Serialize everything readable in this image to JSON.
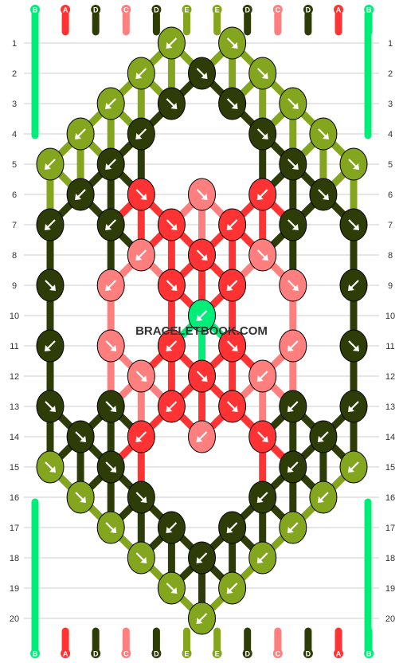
{
  "strings": {
    "top": [
      "B",
      "A",
      "D",
      "C",
      "D",
      "E",
      "E",
      "D",
      "C",
      "D",
      "A",
      "B"
    ],
    "bottom": [
      "B",
      "A",
      "D",
      "C",
      "D",
      "E",
      "E",
      "D",
      "C",
      "D",
      "A",
      "B"
    ]
  },
  "rows": {
    "left": [
      "1",
      "2",
      "3",
      "4",
      "5",
      "6",
      "7",
      "8",
      "9",
      "10",
      "11",
      "12",
      "13",
      "14",
      "15",
      "16",
      "17",
      "18",
      "19",
      "20"
    ],
    "right": [
      "1",
      "2",
      "3",
      "4",
      "5",
      "6",
      "7",
      "8",
      "9",
      "10",
      "11",
      "12",
      "13",
      "14",
      "15",
      "16",
      "17",
      "18",
      "19",
      "20"
    ]
  },
  "watermark": "BRACELETBOOK.COM",
  "colors": {
    "A": "#ff3333",
    "B": "#00ee77",
    "C": "#ff7f7f",
    "D": "#2e3d07",
    "E": "#84a51e",
    "grid": "#cccccc",
    "knot_outline": "#000000"
  },
  "knots": [
    {
      "row": 1,
      "col": 4,
      "color": "E",
      "dir": "SW"
    },
    {
      "row": 1,
      "col": 6,
      "color": "E",
      "dir": "SE"
    },
    {
      "row": 2,
      "col": 3,
      "color": "E",
      "dir": "SW"
    },
    {
      "row": 2,
      "col": 5,
      "color": "D",
      "dir": "SE"
    },
    {
      "row": 2,
      "col": 7,
      "color": "E",
      "dir": "SE"
    },
    {
      "row": 3,
      "col": 2,
      "color": "E",
      "dir": "SW"
    },
    {
      "row": 3,
      "col": 4,
      "color": "D",
      "dir": "SE"
    },
    {
      "row": 3,
      "col": 6,
      "color": "D",
      "dir": "SE"
    },
    {
      "row": 3,
      "col": 8,
      "color": "E",
      "dir": "SE"
    },
    {
      "row": 4,
      "col": 1,
      "color": "E",
      "dir": "SW"
    },
    {
      "row": 4,
      "col": 3,
      "color": "D",
      "dir": "SW"
    },
    {
      "row": 4,
      "col": 7,
      "color": "D",
      "dir": "SE"
    },
    {
      "row": 4,
      "col": 9,
      "color": "E",
      "dir": "SE"
    },
    {
      "row": 5,
      "col": 0,
      "color": "E",
      "dir": "SW"
    },
    {
      "row": 5,
      "col": 2,
      "color": "D",
      "dir": "SW"
    },
    {
      "row": 5,
      "col": 8,
      "color": "D",
      "dir": "SE"
    },
    {
      "row": 5,
      "col": 10,
      "color": "E",
      "dir": "SE"
    },
    {
      "row": 6,
      "col": 1,
      "color": "D",
      "dir": "SW"
    },
    {
      "row": 6,
      "col": 3,
      "color": "A",
      "dir": "SE"
    },
    {
      "row": 6,
      "col": 5,
      "color": "C",
      "dir": "SE"
    },
    {
      "row": 6,
      "col": 7,
      "color": "A",
      "dir": "SW"
    },
    {
      "row": 6,
      "col": 9,
      "color": "D",
      "dir": "SE"
    },
    {
      "row": 7,
      "col": 0,
      "color": "D",
      "dir": "SW"
    },
    {
      "row": 7,
      "col": 2,
      "color": "D",
      "dir": "SW"
    },
    {
      "row": 7,
      "col": 4,
      "color": "A",
      "dir": "SE"
    },
    {
      "row": 7,
      "col": 6,
      "color": "A",
      "dir": "SW"
    },
    {
      "row": 7,
      "col": 8,
      "color": "D",
      "dir": "SE"
    },
    {
      "row": 7,
      "col": 10,
      "color": "D",
      "dir": "SE"
    },
    {
      "row": 8,
      "col": 3,
      "color": "C",
      "dir": "SW"
    },
    {
      "row": 8,
      "col": 5,
      "color": "A",
      "dir": "SE"
    },
    {
      "row": 8,
      "col": 7,
      "color": "C",
      "dir": "SE"
    },
    {
      "row": 9,
      "col": 0,
      "color": "D",
      "dir": "SE"
    },
    {
      "row": 9,
      "col": 2,
      "color": "C",
      "dir": "SW"
    },
    {
      "row": 9,
      "col": 4,
      "color": "A",
      "dir": "SE"
    },
    {
      "row": 9,
      "col": 6,
      "color": "A",
      "dir": "SW"
    },
    {
      "row": 9,
      "col": 8,
      "color": "C",
      "dir": "SE"
    },
    {
      "row": 9,
      "col": 10,
      "color": "D",
      "dir": "SW"
    },
    {
      "row": 10,
      "col": 5,
      "color": "B",
      "dir": "SW"
    },
    {
      "row": 11,
      "col": 0,
      "color": "D",
      "dir": "SW"
    },
    {
      "row": 11,
      "col": 2,
      "color": "C",
      "dir": "SE"
    },
    {
      "row": 11,
      "col": 4,
      "color": "A",
      "dir": "SW"
    },
    {
      "row": 11,
      "col": 6,
      "color": "A",
      "dir": "SE"
    },
    {
      "row": 11,
      "col": 8,
      "color": "C",
      "dir": "SW"
    },
    {
      "row": 11,
      "col": 10,
      "color": "D",
      "dir": "SE"
    },
    {
      "row": 12,
      "col": 3,
      "color": "C",
      "dir": "SE"
    },
    {
      "row": 12,
      "col": 5,
      "color": "A",
      "dir": "SE"
    },
    {
      "row": 12,
      "col": 7,
      "color": "C",
      "dir": "SW"
    },
    {
      "row": 13,
      "col": 0,
      "color": "D",
      "dir": "SE"
    },
    {
      "row": 13,
      "col": 2,
      "color": "D",
      "dir": "SE"
    },
    {
      "row": 13,
      "col": 4,
      "color": "A",
      "dir": "SW"
    },
    {
      "row": 13,
      "col": 6,
      "color": "A",
      "dir": "SE"
    },
    {
      "row": 13,
      "col": 8,
      "color": "D",
      "dir": "SW"
    },
    {
      "row": 13,
      "col": 10,
      "color": "D",
      "dir": "SW"
    },
    {
      "row": 14,
      "col": 1,
      "color": "D",
      "dir": "SE"
    },
    {
      "row": 14,
      "col": 3,
      "color": "A",
      "dir": "SW"
    },
    {
      "row": 14,
      "col": 5,
      "color": "C",
      "dir": "SW"
    },
    {
      "row": 14,
      "col": 7,
      "color": "A",
      "dir": "SE"
    },
    {
      "row": 14,
      "col": 9,
      "color": "D",
      "dir": "SW"
    },
    {
      "row": 15,
      "col": 0,
      "color": "E",
      "dir": "SE"
    },
    {
      "row": 15,
      "col": 2,
      "color": "D",
      "dir": "SE"
    },
    {
      "row": 15,
      "col": 8,
      "color": "D",
      "dir": "SW"
    },
    {
      "row": 15,
      "col": 10,
      "color": "E",
      "dir": "SW"
    },
    {
      "row": 16,
      "col": 1,
      "color": "E",
      "dir": "SE"
    },
    {
      "row": 16,
      "col": 3,
      "color": "D",
      "dir": "SE"
    },
    {
      "row": 16,
      "col": 7,
      "color": "D",
      "dir": "SW"
    },
    {
      "row": 16,
      "col": 9,
      "color": "E",
      "dir": "SW"
    },
    {
      "row": 17,
      "col": 2,
      "color": "E",
      "dir": "SE"
    },
    {
      "row": 17,
      "col": 4,
      "color": "D",
      "dir": "SW"
    },
    {
      "row": 17,
      "col": 6,
      "color": "D",
      "dir": "SW"
    },
    {
      "row": 17,
      "col": 8,
      "color": "E",
      "dir": "SW"
    },
    {
      "row": 18,
      "col": 3,
      "color": "E",
      "dir": "SE"
    },
    {
      "row": 18,
      "col": 5,
      "color": "D",
      "dir": "SW"
    },
    {
      "row": 18,
      "col": 7,
      "color": "E",
      "dir": "SW"
    },
    {
      "row": 19,
      "col": 4,
      "color": "E",
      "dir": "SE"
    },
    {
      "row": 19,
      "col": 6,
      "color": "E",
      "dir": "SW"
    },
    {
      "row": 20,
      "col": 5,
      "color": "E",
      "dir": "SW"
    }
  ]
}
